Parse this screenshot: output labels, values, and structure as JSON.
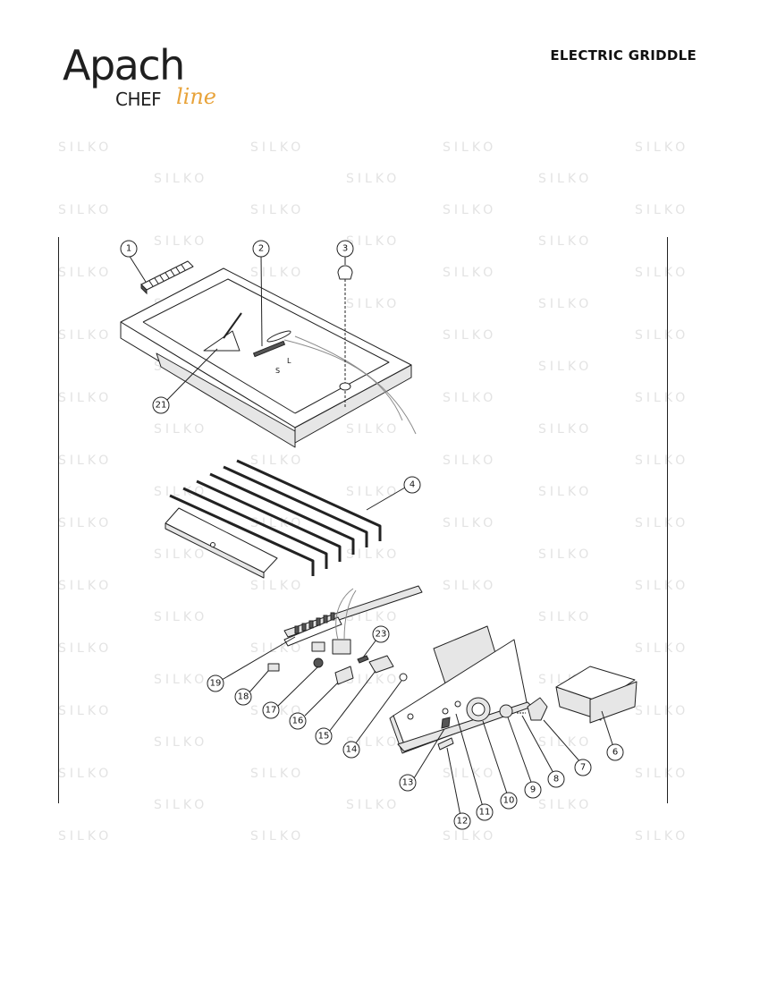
{
  "header": {
    "brand": "Apach",
    "brand_sub": "CHEF",
    "brand_script": "line",
    "title": "ELECTRIC GRIDDLE",
    "brand_accent_color": "#e8a33a"
  },
  "watermark": "SILKO",
  "diagram": {
    "callouts": [
      "1",
      "2",
      "3",
      "4",
      "6",
      "7",
      "8",
      "9",
      "10",
      "11",
      "12",
      "13",
      "14",
      "15",
      "16",
      "17",
      "18",
      "19",
      "21",
      "23"
    ],
    "probe_labels": {
      "l": "L",
      "s": "S"
    }
  }
}
